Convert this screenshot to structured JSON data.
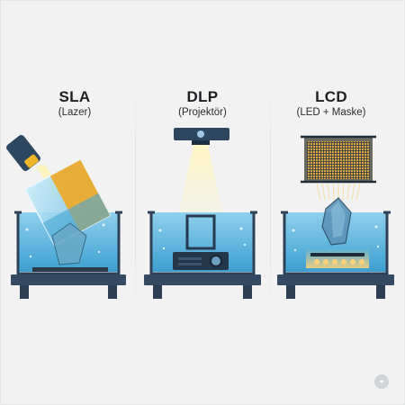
{
  "columns": [
    {
      "title": "SLA",
      "subtitle": "(Lazer)"
    },
    {
      "title": "DLP",
      "subtitle": "(Projektör)"
    },
    {
      "title": "LCD",
      "subtitle": "(LED + Maske)"
    }
  ],
  "colors": {
    "background": "#f1f2f1",
    "resin": "#5fb6dc",
    "tank_frame": "#2f4156",
    "yellow_print": "#f0a823",
    "light_beam": "#fff3b0"
  },
  "icons": [
    "laser-head-icon",
    "projector-icon",
    "lcd-mask-icon",
    "led-array-icon"
  ]
}
